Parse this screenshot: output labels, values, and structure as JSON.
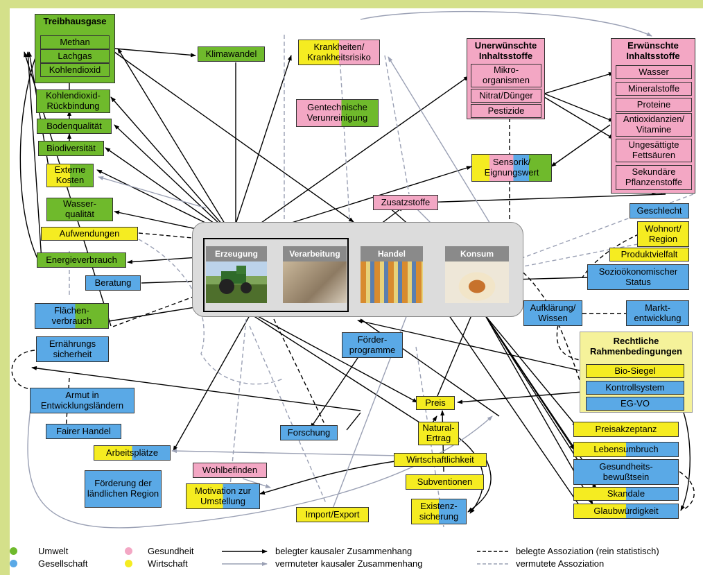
{
  "colors": {
    "umwelt": "#6fba2c",
    "gesellschaft": "#5aa9e6",
    "gesundheit": "#f3a7c4",
    "wirtschaft": "#f5ec21",
    "frame": "#d4e08a"
  },
  "groups": {
    "treibhausgase": {
      "title": "Treibhausgase",
      "items": [
        "Methan",
        "Lachgas",
        "Kohlendioxid"
      ]
    },
    "unerwuenscht": {
      "title": "Unerwünschte Inhaltsstoffe",
      "items": [
        "Mikro- organismen",
        "Nitrat/Dünger",
        "Pestizide"
      ]
    },
    "erwuenscht": {
      "title": "Erwünschte Inhaltsstoffe",
      "items": [
        "Wasser",
        "Mineralstoffe",
        "Proteine",
        "Antioxidanzien/ Vitamine",
        "Ungesättigte Fettsäuren",
        "Sekundäre Pflanzenstoffe"
      ]
    },
    "rechtliche": {
      "title": "Rechtliche Rahmenbedingungen",
      "items": [
        "Bio-Siegel",
        "Kontrollsystem",
        "EG-VO"
      ]
    }
  },
  "nodes": {
    "klimawandel": "Klimawandel",
    "co2_rueckbindung": "Kohlendioxid- Rückbindung",
    "bodenqualitaet": "Bodenqualität",
    "biodiversitaet": "Biodiversität",
    "externe_kosten": "Externe Kosten",
    "wasserqualitaet": "Wasser- qualität",
    "aufwendungen": "Aufwendungen",
    "energieverbrauch": "Energieverbrauch",
    "beratung": "Beratung",
    "flaechenverbrauch": "Flächen- verbrauch",
    "ernaehrungssicherheit": "Ernährungs sicherheit",
    "armut": "Armut in Entwicklungsländern",
    "fairer_handel": "Fairer Handel",
    "arbeitsplaetze": "Arbeitsplätze",
    "foerderung": "Förderung der ländlichen Region",
    "wohlbefinden": "Wohlbefinden",
    "motivation": "Motivation zur Umstellung",
    "import_export": "Import/Export",
    "forschung": "Forschung",
    "foerderprogramme": "Förder- programme",
    "krankheiten": "Krankheiten/ Krankheitsrisiko",
    "gentechnik": "Gentechnische Verunreinigung",
    "sensorik": "Sensorik/ Eignungswert",
    "zusatzstoffe": "Zusatzstoffe",
    "geschlecht": "Geschlecht",
    "wohnort": "Wohnort/ Region",
    "produktvielfalt": "Produktvielfalt",
    "soziooekonomisch": "Sozioökonomischer Status",
    "aufklaerung": "Aufklärung/ Wissen",
    "marktentwicklung": "Markt- entwicklung",
    "preis": "Preis",
    "natural_ertrag": "Natural- Ertrag",
    "wirtschaftlichkeit": "Wirtschaftlichkeit",
    "subventionen": "Subventionen",
    "existenzsicherung": "Existenz- sicherung",
    "preisakzeptanz": "Preisakzeptanz",
    "lebensumbruch": "Lebensumbruch",
    "gesundheitsbewusstsein": "Gesundheits- bewußtsein",
    "skandale": "Skandale",
    "glaubwuerdigkeit": "Glaubwürdigkeit"
  },
  "stages": [
    "Erzeugung",
    "Verarbeitung",
    "Handel",
    "Konsum"
  ],
  "legend": {
    "umwelt": "Umwelt",
    "gesellschaft": "Gesellschaft",
    "gesundheit": "Gesundheit",
    "wirtschaft": "Wirtschaft",
    "belegt_kausal": "belegter kausaler Zusammenhang",
    "vermutet_kausal": "vermuteter kausaler Zusammenhang",
    "belegt_assoz": "belegte Assoziation (rein statistisch)",
    "vermutet_assoz": "vermutete Assoziation"
  }
}
